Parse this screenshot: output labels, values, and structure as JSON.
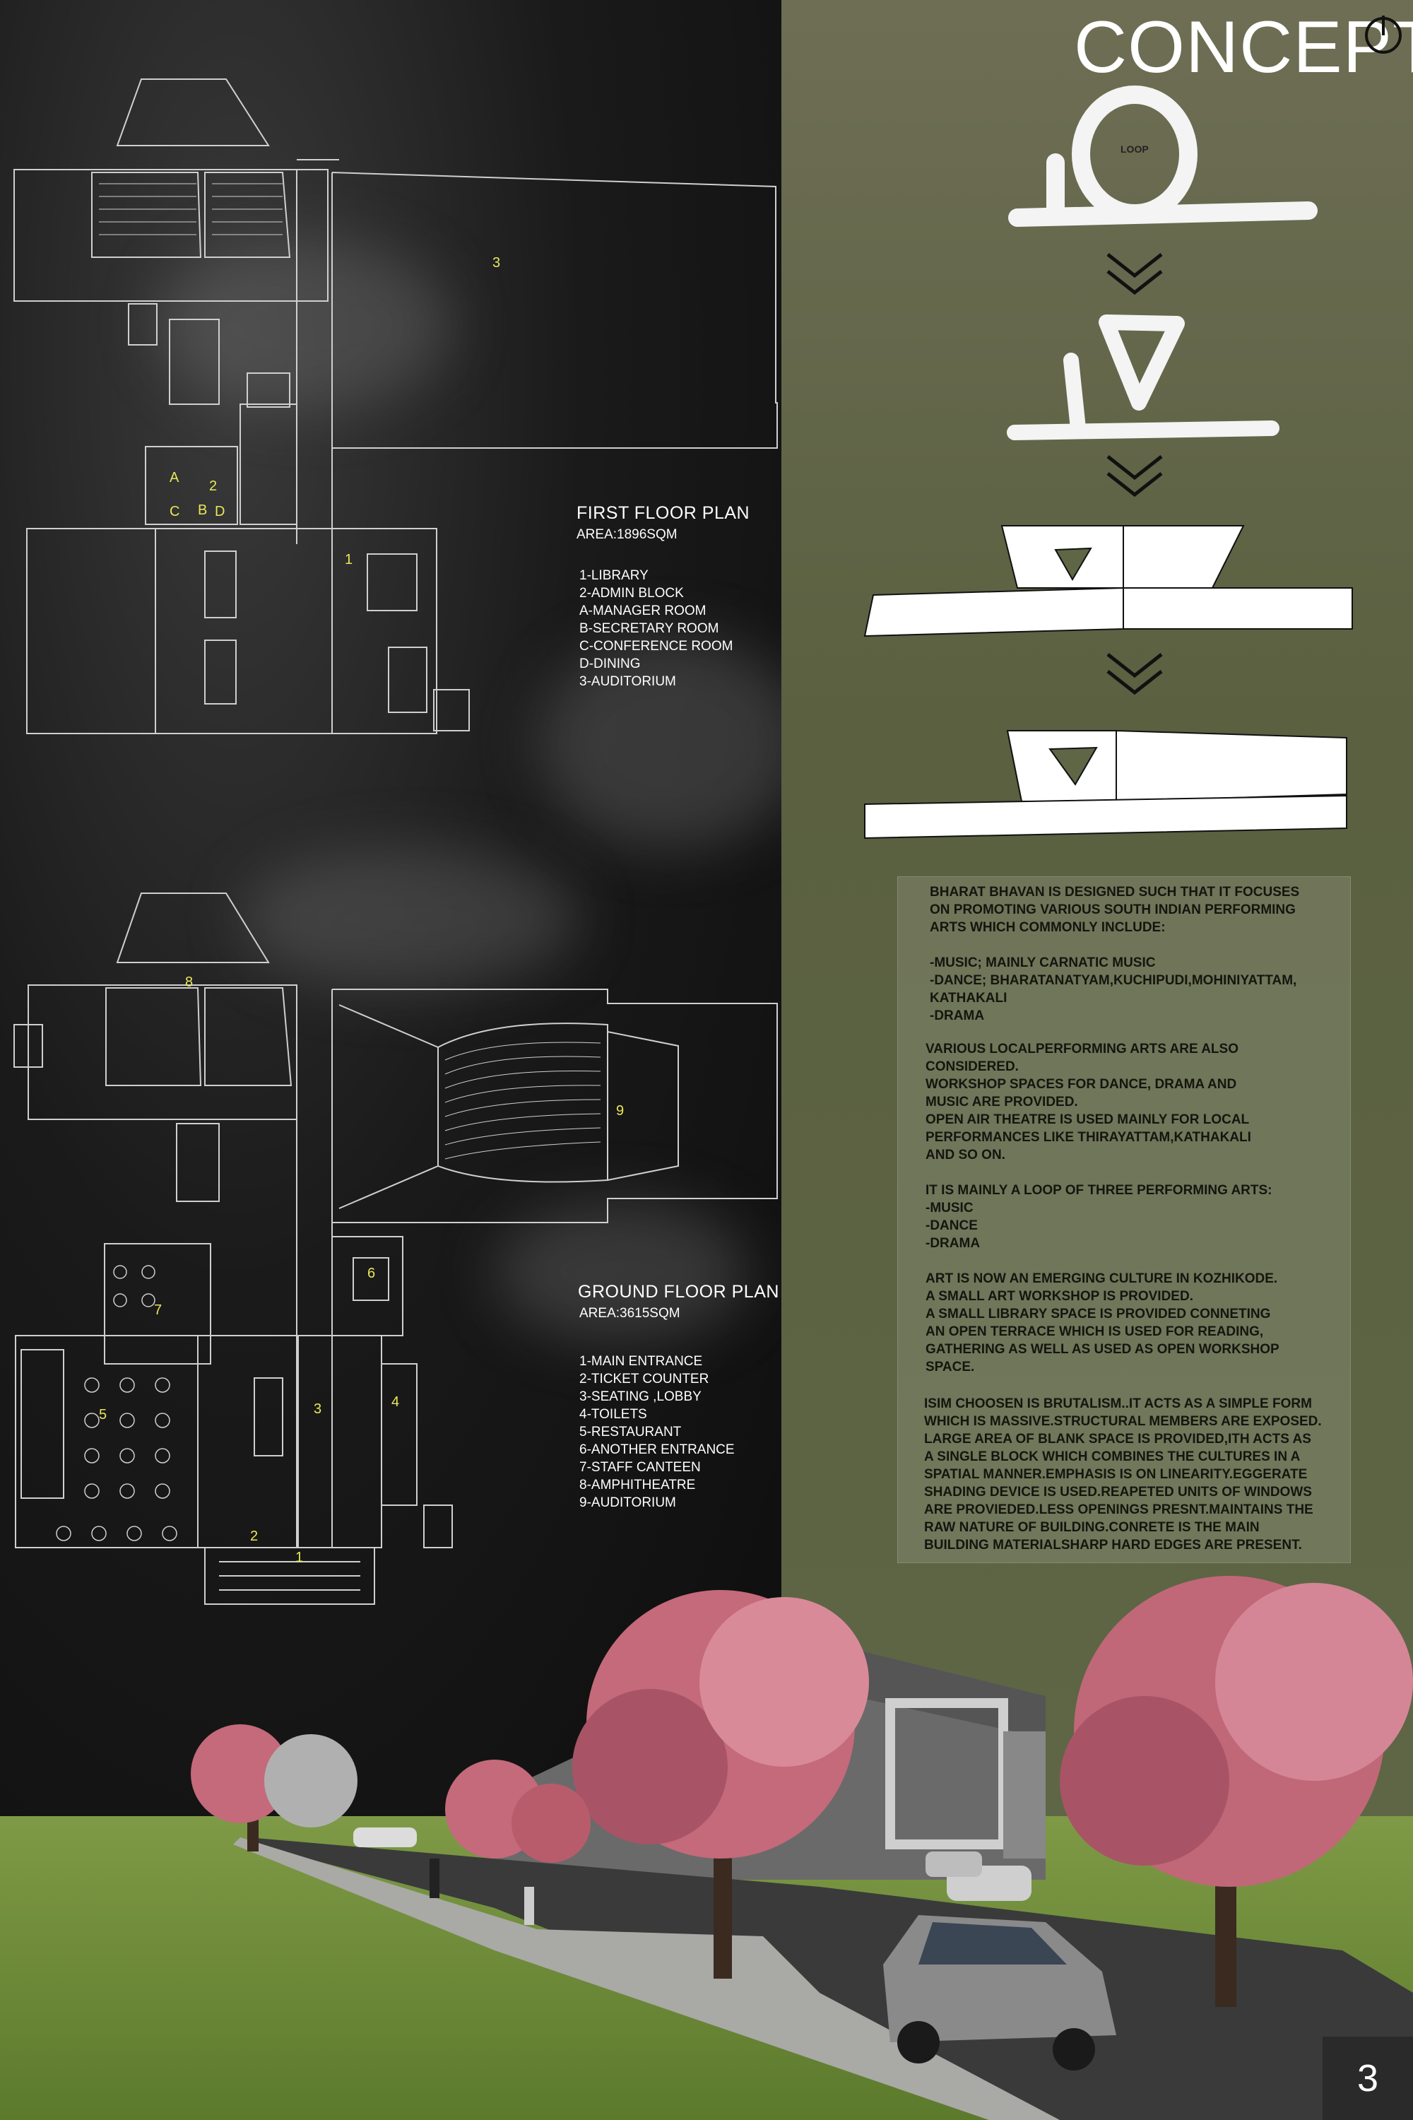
{
  "header": {
    "title": "CONCEPT",
    "icon": "power-icon"
  },
  "concept": {
    "loop_label": "LOOP"
  },
  "first_floor": {
    "title": "FIRST FLOOR PLAN",
    "area": "AREA:1896SQM",
    "legend": [
      "1-LIBRARY",
      "2-ADMIN BLOCK",
      "A-MANAGER ROOM",
      "B-SECRETARY ROOM",
      "C-CONFERENCE ROOM",
      "D-DINING",
      "3-AUDITORIUM"
    ],
    "labels": [
      "3",
      "1",
      "2",
      "A",
      "C",
      "B",
      "D"
    ]
  },
  "ground_floor": {
    "title": "GROUND FLOOR PLAN",
    "area": "AREA:3615SQM",
    "legend": [
      "1-MAIN ENTRANCE",
      "2-TICKET COUNTER",
      "3-SEATING ,LOBBY",
      "4-TOILETS",
      "5-RESTAURANT",
      "6-ANOTHER ENTRANCE",
      "7-STAFF CANTEEN",
      "8-AMPHITHEATRE",
      "9-AUDITORIUM"
    ],
    "labels": [
      "8",
      "9",
      "6",
      "7",
      "5",
      "3",
      "4",
      "2",
      "1"
    ]
  },
  "description": {
    "p1": "BHARAT BHAVAN IS DESIGNED SUCH THAT IT FOCUSES\nON PROMOTING VARIOUS SOUTH INDIAN PERFORMING\nARTS WHICH COMMONLY INCLUDE:\n\n-MUSIC; MAINLY CARNATIC MUSIC\n-DANCE; BHARATANATYAM,KUCHIPUDI,MOHINIYATTAM,\nKATHAKALI\n-DRAMA",
    "p2": "VARIOUS LOCALPERFORMING ARTS ARE ALSO\nCONSIDERED.\nWORKSHOP SPACES FOR DANCE, DRAMA AND\nMUSIC ARE PROVIDED.\nOPEN AIR THEATRE IS USED MAINLY FOR LOCAL\nPERFORMANCES LIKE THIRAYATTAM,KATHAKALI\nAND SO ON.\n\nIT IS MAINLY A LOOP OF THREE PERFORMING ARTS:\n-MUSIC\n-DANCE\n-DRAMA\n\nART IS NOW AN EMERGING CULTURE IN KOZHIKODE.\nA SMALL ART WORKSHOP IS PROVIDED.\nA SMALL LIBRARY SPACE IS PROVIDED CONNETING\nAN OPEN TERRACE WHICH IS USED FOR READING,\nGATHERING AS WELL AS USED AS OPEN WORKSHOP\nSPACE.",
    "p3": "ISIM CHOOSEN IS BRUTALISM..IT ACTS AS A SIMPLE FORM\nWHICH IS MASSIVE.STRUCTURAL MEMBERS ARE EXPOSED.\nLARGE AREA OF BLANK SPACE IS PROVIDED,ITH ACTS AS\nA SINGLE BLOCK WHICH COMBINES THE CULTURES IN A\nSPATIAL MANNER.EMPHASIS IS ON LINEARITY.EGGERATE\nSHADING DEVICE IS USED.REAPETED UNITS OF WINDOWS\nARE PROVIEDED.LESS OPENINGS PRESNT.MAINTAINS THE\nRAW NATURE OF BUILDING.CONRETE IS THE MAIN\nBUILDING MATERIALSHARP HARD EDGES ARE PRESENT."
  },
  "page": {
    "number": "3"
  },
  "colors": {
    "olive": "#5e6646",
    "dark": "#111111",
    "label_yellow": "#e8e85a",
    "tree_pink": "#c46a7a",
    "grass": "#6d8a3a"
  }
}
